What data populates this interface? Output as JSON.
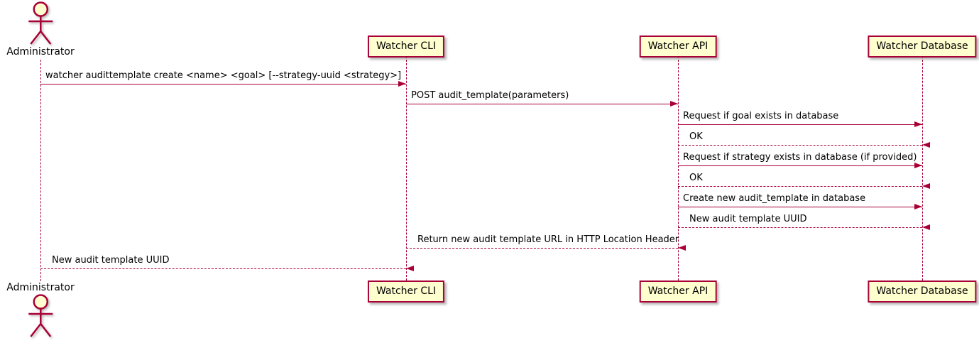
{
  "diagram": {
    "type": "uml-sequence-diagram",
    "colors": {
      "line_accent": "#A80036",
      "participant_fill": "#FEFECE",
      "text": "#000000",
      "background": "#FFFFFF"
    },
    "participants": [
      {
        "id": "administrator",
        "label": "Administrator",
        "kind": "actor"
      },
      {
        "id": "watcher-cli",
        "label": "Watcher CLI",
        "kind": "participant"
      },
      {
        "id": "watcher-api",
        "label": "Watcher API",
        "kind": "participant"
      },
      {
        "id": "watcher-db",
        "label": "Watcher Database",
        "kind": "participant"
      }
    ],
    "messages": [
      {
        "from": "administrator",
        "to": "watcher-cli",
        "text": "watcher audittemplate create <name> <goal> [--strategy-uuid <strategy>]",
        "line": "solid"
      },
      {
        "from": "watcher-cli",
        "to": "watcher-api",
        "text": "POST audit_template(parameters)",
        "line": "solid"
      },
      {
        "from": "watcher-api",
        "to": "watcher-db",
        "text": "Request if goal exists in database",
        "line": "solid"
      },
      {
        "from": "watcher-db",
        "to": "watcher-api",
        "text": "OK",
        "line": "dashed"
      },
      {
        "from": "watcher-api",
        "to": "watcher-db",
        "text": "Request if strategy exists in database (if provided)",
        "line": "solid"
      },
      {
        "from": "watcher-db",
        "to": "watcher-api",
        "text": "OK",
        "line": "dashed"
      },
      {
        "from": "watcher-api",
        "to": "watcher-db",
        "text": "Create new audit_template in database",
        "line": "solid"
      },
      {
        "from": "watcher-db",
        "to": "watcher-api",
        "text": "New audit template UUID",
        "line": "dashed"
      },
      {
        "from": "watcher-api",
        "to": "watcher-cli",
        "text": "Return new audit template URL in HTTP Location Header",
        "line": "dashed"
      },
      {
        "from": "watcher-cli",
        "to": "administrator",
        "text": "New audit template UUID",
        "line": "dashed"
      }
    ]
  }
}
